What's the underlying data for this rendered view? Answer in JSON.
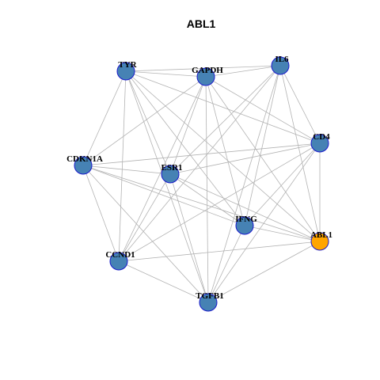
{
  "title": "ABL1",
  "colors": {
    "node_default": "#4682B4",
    "node_highlight": "#FFA500",
    "node_border": "#1a1acc",
    "edge": "#b3b3b3"
  },
  "nodes": [
    {
      "id": "TYR",
      "label": "TYR",
      "highlight": false
    },
    {
      "id": "GAPDH",
      "label": "GAPDH",
      "highlight": false
    },
    {
      "id": "IL6",
      "label": "IL6",
      "highlight": false
    },
    {
      "id": "CD4",
      "label": "CD4",
      "highlight": false
    },
    {
      "id": "CDKN1A",
      "label": "CDKN1A",
      "highlight": false
    },
    {
      "id": "ESR1",
      "label": "ESR1",
      "highlight": false
    },
    {
      "id": "IFNG",
      "label": "IFNG",
      "highlight": false
    },
    {
      "id": "ABL1",
      "label": "ABL1",
      "highlight": true
    },
    {
      "id": "CCND1",
      "label": "CCND1",
      "highlight": false
    },
    {
      "id": "TGFB1",
      "label": "TGFB1",
      "highlight": false
    }
  ],
  "edges": [
    [
      "TYR",
      "GAPDH"
    ],
    [
      "TYR",
      "IL6"
    ],
    [
      "TYR",
      "CD4"
    ],
    [
      "TYR",
      "CDKN1A"
    ],
    [
      "TYR",
      "ESR1"
    ],
    [
      "TYR",
      "IFNG"
    ],
    [
      "TYR",
      "ABL1"
    ],
    [
      "TYR",
      "CCND1"
    ],
    [
      "TYR",
      "TGFB1"
    ],
    [
      "GAPDH",
      "IL6"
    ],
    [
      "GAPDH",
      "CD4"
    ],
    [
      "GAPDH",
      "CDKN1A"
    ],
    [
      "GAPDH",
      "ESR1"
    ],
    [
      "GAPDH",
      "IFNG"
    ],
    [
      "GAPDH",
      "ABL1"
    ],
    [
      "GAPDH",
      "CCND1"
    ],
    [
      "GAPDH",
      "TGFB1"
    ],
    [
      "IL6",
      "CD4"
    ],
    [
      "IL6",
      "ESR1"
    ],
    [
      "IL6",
      "IFNG"
    ],
    [
      "IL6",
      "ABL1"
    ],
    [
      "IL6",
      "CCND1"
    ],
    [
      "IL6",
      "TGFB1"
    ],
    [
      "CD4",
      "CDKN1A"
    ],
    [
      "CD4",
      "ESR1"
    ],
    [
      "CD4",
      "IFNG"
    ],
    [
      "CD4",
      "ABL1"
    ],
    [
      "CD4",
      "CCND1"
    ],
    [
      "CD4",
      "TGFB1"
    ],
    [
      "CDKN1A",
      "ESR1"
    ],
    [
      "CDKN1A",
      "IFNG"
    ],
    [
      "CDKN1A",
      "ABL1"
    ],
    [
      "CDKN1A",
      "CCND1"
    ],
    [
      "CDKN1A",
      "TGFB1"
    ],
    [
      "ESR1",
      "IFNG"
    ],
    [
      "ESR1",
      "ABL1"
    ],
    [
      "ESR1",
      "CCND1"
    ],
    [
      "ESR1",
      "TGFB1"
    ],
    [
      "IFNG",
      "ABL1"
    ],
    [
      "IFNG",
      "TGFB1"
    ],
    [
      "ABL1",
      "CCND1"
    ],
    [
      "ABL1",
      "TGFB1"
    ],
    [
      "CCND1",
      "TGFB1"
    ]
  ]
}
